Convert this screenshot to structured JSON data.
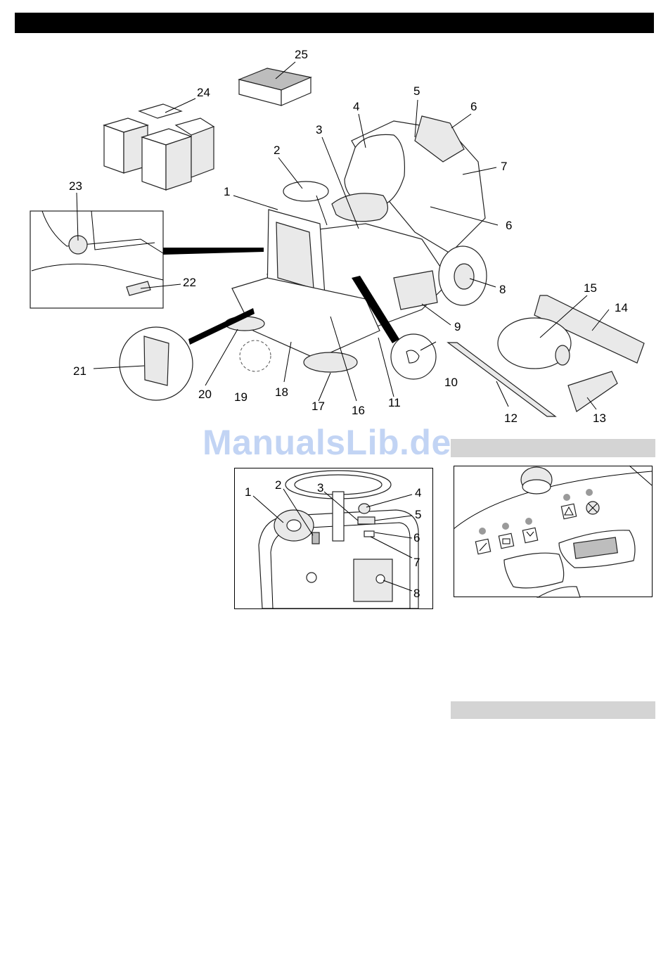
{
  "overview_labels": [
    "1",
    "2",
    "3",
    "4",
    "5",
    "6",
    "6",
    "7",
    "8",
    "9",
    "10",
    "11",
    "12",
    "13",
    "14",
    "15",
    "16",
    "17",
    "18",
    "19",
    "20",
    "21",
    "22",
    "23",
    "24",
    "25"
  ],
  "control_panel_labels": [
    "1",
    "2",
    "3",
    "4",
    "5",
    "6",
    "7",
    "8"
  ],
  "watermark": "ManualsLib.de"
}
